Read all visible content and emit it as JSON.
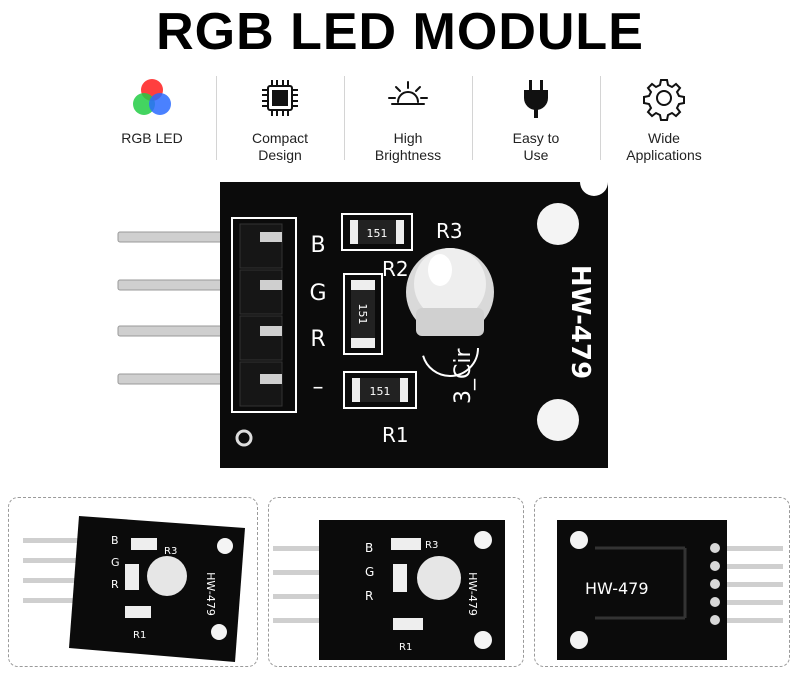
{
  "title": "RGB LED MODULE",
  "features": [
    {
      "icon": "rgb-led-icon",
      "label": "RGB LED"
    },
    {
      "icon": "chip-icon",
      "label": "Compact\nDesign"
    },
    {
      "icon": "sun-icon",
      "label": "High\nBrightness"
    },
    {
      "icon": "plug-icon",
      "label": "Easy to\nUse"
    },
    {
      "icon": "gear-icon",
      "label": "Wide\nApplications"
    }
  ],
  "board": {
    "model": "HW-479",
    "pin_labels": [
      "B",
      "G",
      "R",
      "–"
    ],
    "resistor_labels": [
      "R3",
      "R2",
      "R1"
    ],
    "resistor_code": "151",
    "led_ref": "3_Cir"
  },
  "colors": {
    "board": "#0b0b0b",
    "silkscreen": "#ffffff",
    "pin": "#c9c9c9",
    "led_red": "#ff2a2a",
    "led_green": "#22cc44",
    "led_blue": "#2a6bff"
  }
}
